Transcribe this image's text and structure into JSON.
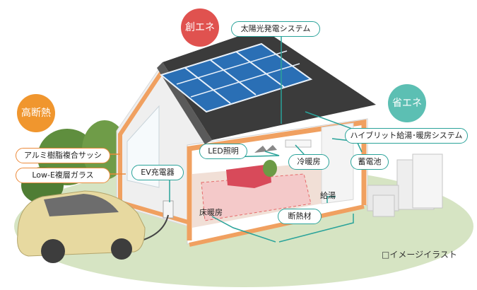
{
  "badges": {
    "sou_ene": "創エネ",
    "sho_ene": "省エネ",
    "kou_dannetsu": "高断熱"
  },
  "labels": {
    "solar": "太陽光発電システム",
    "hybrid": "ハイブリット給湯･暖房システム",
    "aluminum_sash": "アルミ樹脂複合サッシ",
    "low_e_glass": "Low-E複層ガラス",
    "led": "LED照明",
    "cooling_heating": "冷暖房",
    "ev_charger": "EV充電器",
    "battery": "蓄電池",
    "hot_water": "給湯",
    "floor_heating": "床暖房",
    "insulation": "断熱材"
  },
  "caption": "□イメージイラスト",
  "colors": {
    "teal": "#2aa39a",
    "orange": "#ec8a3a",
    "red_badge": "#e0524f",
    "teal_badge": "#5cbfb3",
    "orange_badge": "#f0962e"
  },
  "icons": [
    "solar-panel-icon",
    "lightbulb-icon",
    "wall-insulation-icon"
  ]
}
